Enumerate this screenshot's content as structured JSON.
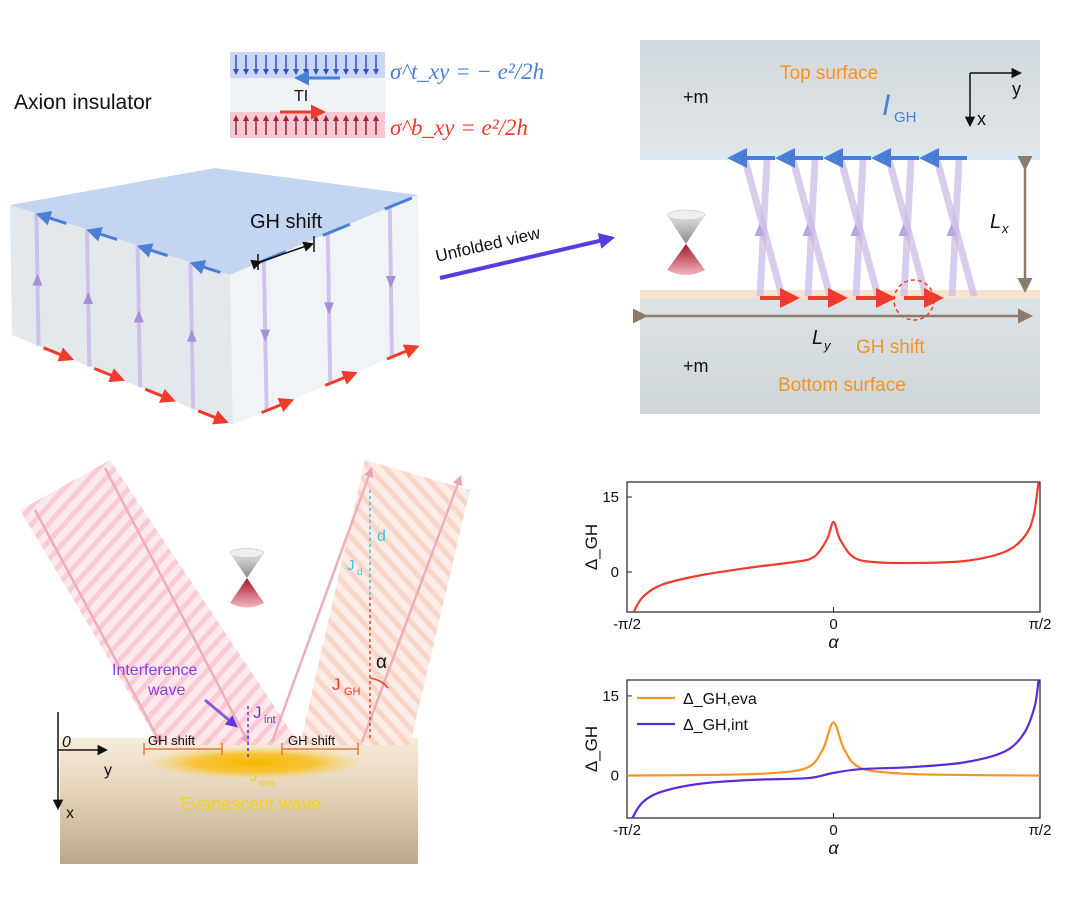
{
  "panel_a": {
    "title": "Axion insulator",
    "layer_label": "TI",
    "sigma_top": "σ^t_xy = − e²/2h",
    "sigma_bottom": "σ^b_xy = e²/2h",
    "block_label": "GH shift",
    "arrow_label": "Unfolded view"
  },
  "panel_b": {
    "top_surface": "Top surface",
    "bottom_surface": "Bottom surface",
    "mass_top": "+m",
    "mass_bottom": "+m",
    "current_label": "I",
    "current_sub": "GH",
    "axis_y": "y",
    "axis_x": "x",
    "length_x": "L",
    "length_x_sub": "x",
    "length_y": "L",
    "length_y_sub": "y",
    "gh_shift": "GH shift"
  },
  "panel_c": {
    "d_label": "d",
    "jd_label": "J",
    "jd_sub": "d",
    "interference": "Interference",
    "interference2": "wave",
    "jgh": "J",
    "jgh_sub": "GH",
    "alpha": "α",
    "jint": "J",
    "jint_sub": "int",
    "origin": "0",
    "axis_y": "y",
    "axis_x": "x",
    "gh_shift_left": "GH shift",
    "gh_shift_right": "GH shift",
    "jeva": "J",
    "jeva_sub": "eva",
    "evanescent": "Evanescent wave"
  },
  "colors": {
    "blue": "#4a7fd6",
    "red": "#ef3b2c",
    "orange": "#f7931e",
    "purple": "#5a2bd6",
    "violet_arrow": "#5b3be0",
    "surface_gray": "#d7dde0"
  },
  "chart_data": [
    {
      "type": "line",
      "xlabel": "α",
      "ylabel": "Δ_GH",
      "xticks": [
        "-π/2",
        "0",
        "π/2"
      ],
      "yticks": [
        "0",
        "15"
      ],
      "xlim": [
        -1.5708,
        1.5708
      ],
      "ylim": [
        -8,
        18
      ],
      "series": [
        {
          "color": "#ef3b2c",
          "x": [
            -1.52,
            -1.45,
            -1.3,
            -1.0,
            -0.6,
            -0.3,
            -0.15,
            -0.05,
            0.0,
            0.05,
            0.15,
            0.3,
            0.6,
            1.0,
            1.3,
            1.45,
            1.52,
            1.56
          ],
          "y": [
            -8,
            -5,
            -2.5,
            -0.6,
            1,
            2,
            3,
            6.5,
            10,
            6.5,
            3,
            2,
            1.8,
            2.2,
            4,
            7,
            11,
            18
          ]
        }
      ]
    },
    {
      "type": "line",
      "xlabel": "α",
      "ylabel": "Δ_GH",
      "xticks": [
        "-π/2",
        "0",
        "π/2"
      ],
      "yticks": [
        "0",
        "15"
      ],
      "xlim": [
        -1.5708,
        1.5708
      ],
      "ylim": [
        -8,
        18
      ],
      "series": [
        {
          "name": "Δ_GH,eva",
          "color": "#f7931e",
          "x": [
            -1.57,
            -1.0,
            -0.5,
            -0.2,
            -0.08,
            0.0,
            0.08,
            0.2,
            0.5,
            1.0,
            1.57
          ],
          "y": [
            0,
            0.1,
            0.4,
            1.5,
            5,
            10,
            5,
            1.5,
            0.4,
            0.1,
            0
          ]
        },
        {
          "name": "Δ_GH,int",
          "color": "#5a2bd6",
          "x": [
            -1.53,
            -1.45,
            -1.3,
            -1.0,
            -0.6,
            -0.2,
            0.0,
            0.2,
            0.6,
            1.0,
            1.3,
            1.45,
            1.53,
            1.56
          ],
          "y": [
            -8,
            -5,
            -3,
            -1.5,
            -0.8,
            -0.5,
            0.5,
            1.2,
            1.6,
            2.5,
            4.5,
            8,
            13,
            18
          ]
        }
      ]
    }
  ]
}
